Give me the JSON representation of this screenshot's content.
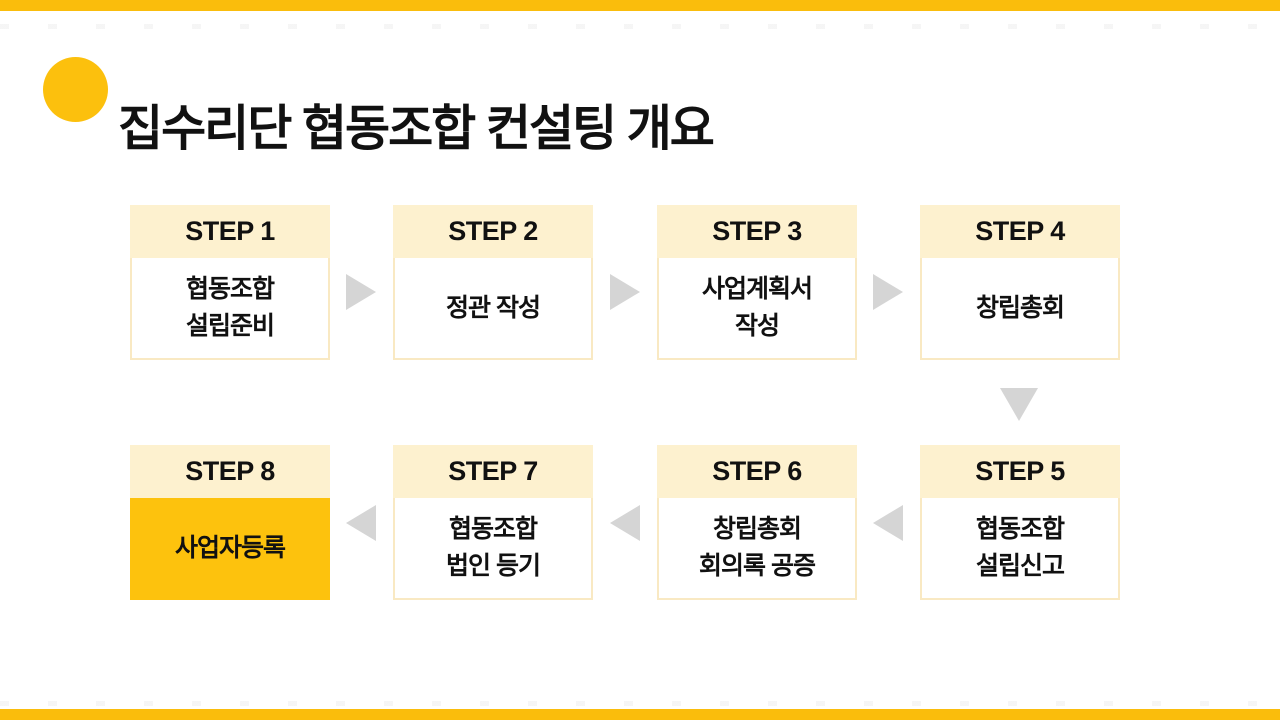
{
  "slide": {
    "title": "집수리단 협동조합 컨설팅 개요"
  },
  "colors": {
    "accent_strip_yellow": "#FABD0C",
    "bullet_circle_gold": "#FCC00D",
    "step_header_cream": "#FDF1CF",
    "step_body_border_cream": "#F9E9C3",
    "highlight_gold": "#FDC20D",
    "arrow_gray": "#D5D5D5",
    "text_black": "#111111"
  },
  "process": {
    "rows": [
      {
        "direction": "right",
        "steps": [
          {
            "label": "STEP 1",
            "lines": [
              "협동조합",
              "설립준비"
            ]
          },
          {
            "label": "STEP 2",
            "lines": [
              "정관 작성"
            ]
          },
          {
            "label": "STEP 3",
            "lines": [
              "사업계획서",
              "작성"
            ]
          },
          {
            "label": "STEP 4",
            "lines": [
              "창립총회"
            ]
          }
        ]
      },
      {
        "direction": "left",
        "steps": [
          {
            "label": "STEP 8",
            "lines": [
              "사업자등록"
            ],
            "highlighted": true
          },
          {
            "label": "STEP 7",
            "lines": [
              "협동조합",
              "법인 등기"
            ]
          },
          {
            "label": "STEP 6",
            "lines": [
              "창립총회",
              "회의록 공증"
            ]
          },
          {
            "label": "STEP 5",
            "lines": [
              "협동조합",
              "설립신고"
            ]
          }
        ]
      }
    ]
  }
}
